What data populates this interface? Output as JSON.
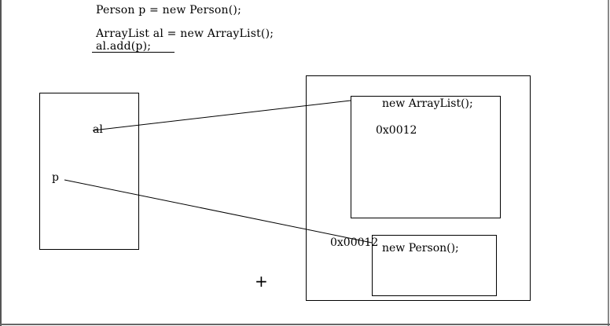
{
  "code": {
    "line1": "Person p = new Person();",
    "line2": "ArrayList al = new ArrayList();",
    "line3": "al.add(p);"
  },
  "stack": {
    "var_al": "al",
    "var_p": "p"
  },
  "heap": {
    "arraylist_label": "new ArrayList();",
    "arraylist_address": "0x0012",
    "person_label": "new Person();",
    "person_address": "0x00012"
  },
  "cursor": {
    "glyph": "+"
  }
}
